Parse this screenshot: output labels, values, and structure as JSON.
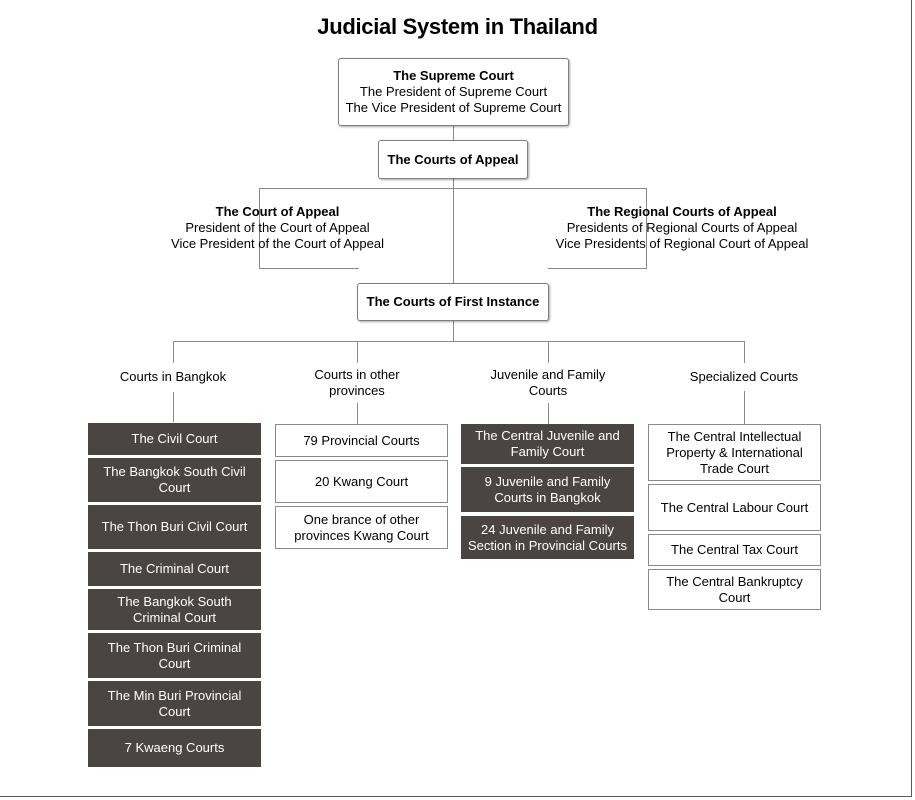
{
  "title": "Judicial System in Thailand",
  "supreme": {
    "head": "The Supreme Court",
    "lines": [
      "The President of Supreme Court",
      "The Vice President of Supreme Court"
    ]
  },
  "courts_of_appeal": "The Courts of Appeal",
  "court_of_appeal": {
    "head": "The Court of Appeal",
    "lines": [
      "President of the Court of Appeal",
      "Vice President of the Court of Appeal"
    ]
  },
  "regional_courts_of_appeal": {
    "head": "The Regional Courts of Appeal",
    "lines": [
      "Presidents of Regional Courts of Appeal",
      "Vice Presidents of Regional Court of Appeal"
    ]
  },
  "courts_first_instance": "The Courts of First Instance",
  "categories": [
    {
      "label": "Courts in Bangkok",
      "items": [
        "The Civil Court",
        "The Bangkok South Civil Court",
        "The Thon Buri Civil Court",
        "The Criminal Court",
        "The Bangkok South Criminal Court",
        "The Thon Buri Criminal Court",
        "The Min Buri Provincial Court",
        "7 Kwaeng Courts"
      ]
    },
    {
      "label": "Courts in other provinces",
      "items": [
        "79 Provincial Courts",
        "20 Kwang Court",
        "One brance of other provinces Kwang Court"
      ]
    },
    {
      "label": "Juvenile and Family Courts",
      "items": [
        "The Central Juvenile and Family Court",
        "9 Juvenile and Family Courts in Bangkok",
        "24 Juvenile and Family Section in Provincial Courts"
      ]
    },
    {
      "label": "Specialized Courts",
      "items": [
        "The Central Intellectual Property & International Trade Court",
        "The Central Labour Court",
        "The Central Tax Court",
        "The Central Bankruptcy Court"
      ]
    }
  ],
  "colors": {
    "dark_box": "#4a4443",
    "line": "#8a8a8a",
    "border": "#7f7f7f"
  }
}
